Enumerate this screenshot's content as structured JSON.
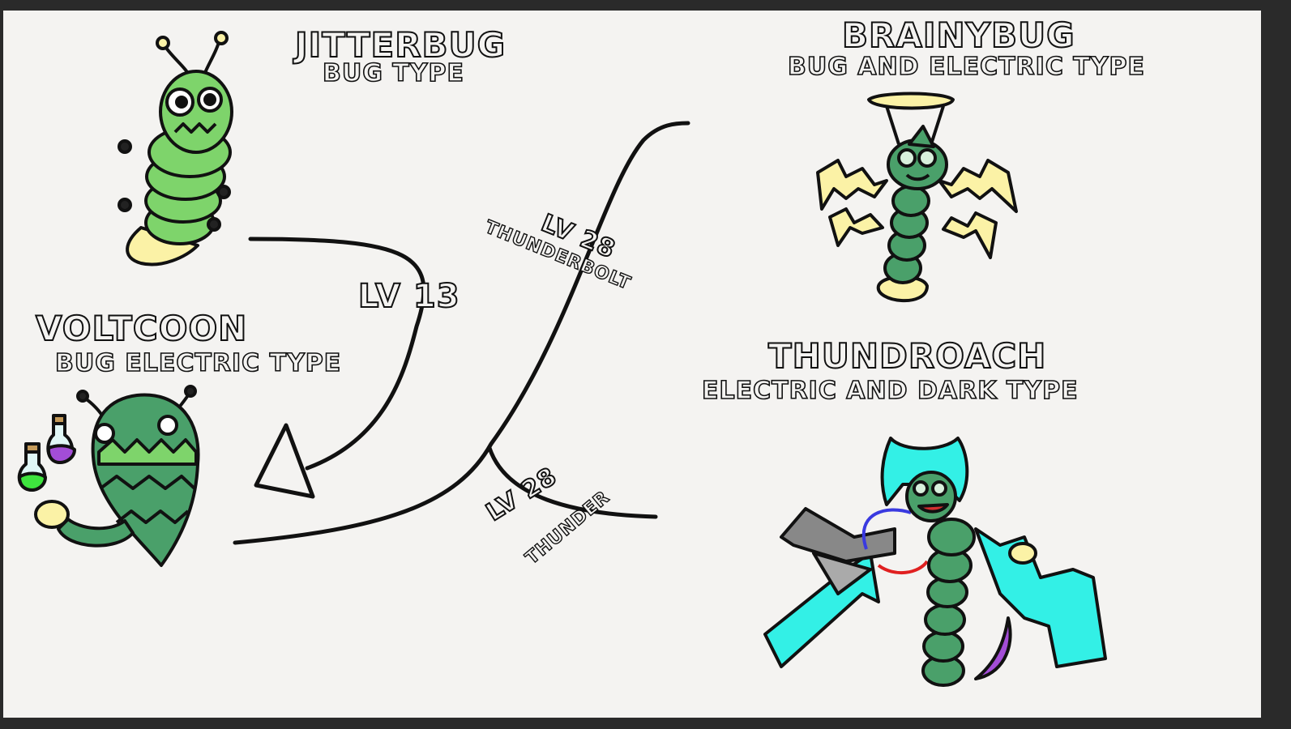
{
  "monsters": {
    "jitterbug": {
      "name": "JITTERBUG",
      "type": "BUG TYPE"
    },
    "voltcoon": {
      "name": "VOLTCOON",
      "type": "BUG ELECTRIC TYPE"
    },
    "brainybug": {
      "name": "BRAINYBUG",
      "type": "BUG AND ELECTRIC TYPE"
    },
    "thundroach": {
      "name": "THUNDROACH",
      "type": "ELECTRIC AND DARK TYPE"
    }
  },
  "evolutions": {
    "to_voltcoon": {
      "level": "LV 13"
    },
    "to_brainybug": {
      "level": "LV 28",
      "move": "THUNDERBOLT"
    },
    "to_thundroach": {
      "level": "LV 28",
      "move": "THUNDER"
    }
  },
  "colors": {
    "background": "#f4f3f1",
    "bug_green": "#7ed46b",
    "dark_green": "#4aa06a",
    "electric_yellow": "#fbf2a6",
    "cyan": "#33f0e6",
    "potion_green": "#3ee43e",
    "potion_purple": "#a34dd6"
  }
}
